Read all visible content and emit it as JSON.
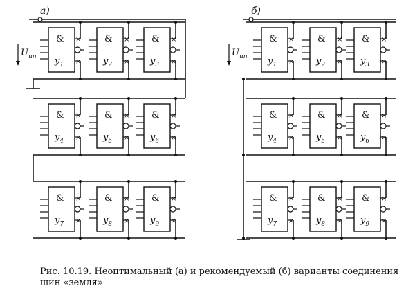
{
  "panels": [
    {
      "id": "a",
      "label": "а)",
      "supply_label": "U",
      "supply_subscript": "ип"
    },
    {
      "id": "b",
      "label": "б)",
      "supply_label": "U",
      "supply_subscript": "ип"
    }
  ],
  "gate_symbol": "&",
  "chip_labels": [
    "y1",
    "y2",
    "y3",
    "y4",
    "y5",
    "y6",
    "y7",
    "y8",
    "y9"
  ],
  "caption": "Рис. 10.19. Неоптимальный (а) и рекомендуемый (б) варианты соединения шин «земля»"
}
